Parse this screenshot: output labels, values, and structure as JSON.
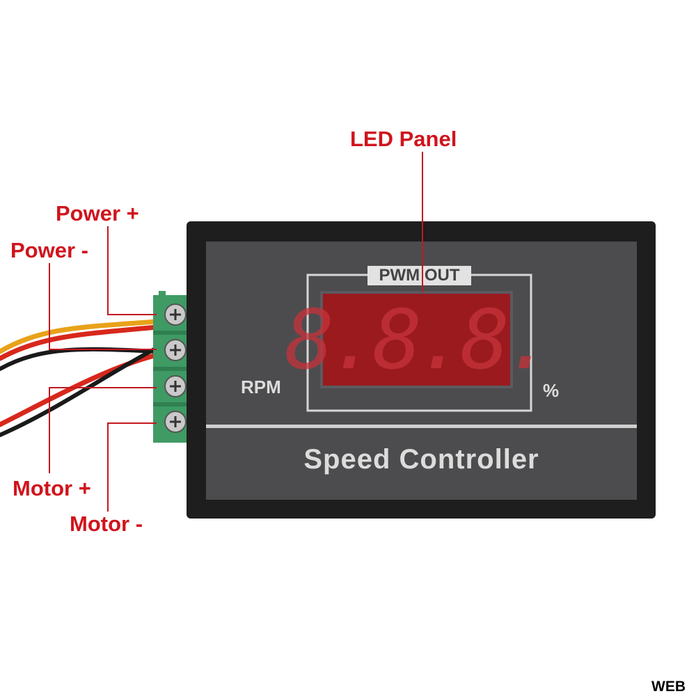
{
  "annotations": {
    "led_panel": "LED Panel",
    "power_plus": "Power +",
    "power_minus": "Power -",
    "motor_plus": "Motor +",
    "motor_minus": "Motor -"
  },
  "device": {
    "display_label": "PWM OUT",
    "display_digits": "8.8.8.",
    "left_unit": "RPM",
    "right_unit": "%",
    "name": "Speed Controller"
  },
  "watermark": "WEB",
  "colors": {
    "annotation": "#d0141c",
    "panel": "#4a4a4c",
    "display": "#9a1a1e",
    "terminal": "#3f9a64"
  }
}
